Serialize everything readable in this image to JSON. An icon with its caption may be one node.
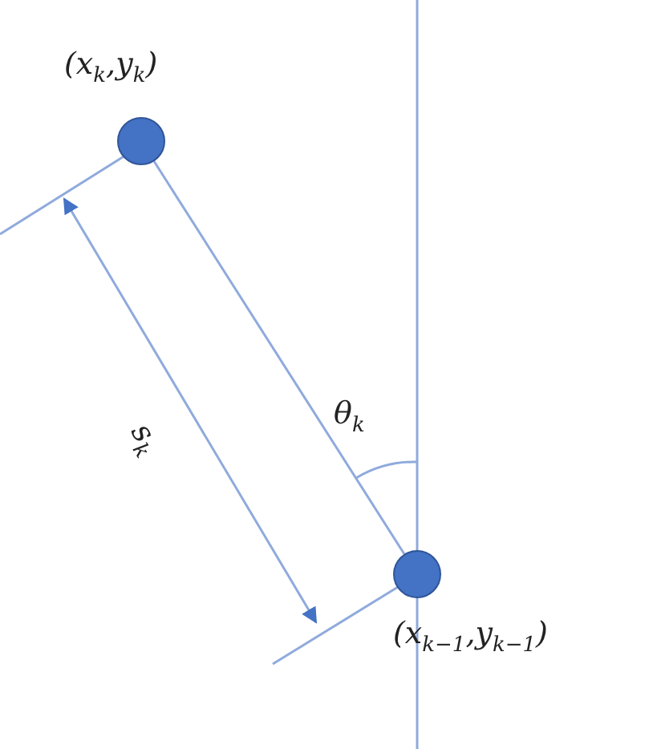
{
  "diagram": {
    "nodes": [
      {
        "text": [],
        "shape": "circle",
        "beside": [
          "(x$_{k}$,y$_{k}$)"
        ]
      },
      {
        "text": [],
        "shape": "circle",
        "beside": [
          "(x$_{k−1}$,y$_{k−1}$)"
        ]
      }
    ],
    "edges": [
      {
        "from": 0,
        "to": 1,
        "arrow": "none"
      }
    ],
    "labels": [
      "θ$_{k}$",
      "s$_{k}$"
    ]
  }
}
